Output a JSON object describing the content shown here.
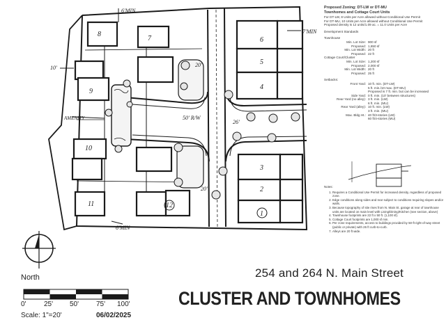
{
  "header": {
    "zoning_title": "Proposed Zoning:  DT-LW or DT-MU",
    "units_title": "Townhomes and Cottage Court Units",
    "zoning_lines": [
      "For DT-LW, 8 Units per Acre allowed without Conditional Use Permit",
      "For DT-MU, 10 Units per Acre allowed without Conditional Use Permit",
      "Proposed density is 12 units/1.09 ac. = 11.0 Units per Acre"
    ]
  },
  "standards": {
    "title": "Development Standards",
    "townhouse_label": "Townhouse",
    "townhouse_rows": [
      {
        "key": "Min. Lot Size:",
        "value": "900 sf"
      },
      {
        "key": "Proposed:",
        "value": "1,650 sf"
      },
      {
        "key": "Min. Lot Width:",
        "value": "20 ft"
      },
      {
        "key": "Proposed:",
        "value": "22 ft"
      }
    ],
    "cottage_label": "Cottage Court/Cluster",
    "cottage_rows": [
      {
        "key": "Min. Lot Size:",
        "value": "1,200 sf"
      },
      {
        "key": "Proposed:",
        "value": "2,000 sf"
      },
      {
        "key": "Min. Lot Width:",
        "value": "20 ft"
      },
      {
        "key": "Proposed:",
        "value": "25 ft"
      }
    ]
  },
  "setbacks": {
    "title": "Setbacks:",
    "rows": [
      {
        "key": "Front Yard:",
        "value": "10 ft. min. (DT-LW)"
      },
      {
        "key": "",
        "value": "5 ft. min./10 max. (DT-MU)"
      },
      {
        "key": "",
        "value": "Proposed is 7 ft. min. but can be increased"
      },
      {
        "key": "Side Yard:",
        "value": "0 ft. min. (10' between structures)"
      },
      {
        "key": "Rear Yard (no alley):",
        "value": "3 ft. min. (LW)"
      },
      {
        "key": "",
        "value": "6 ft. min. (MU)"
      },
      {
        "key": "Rear Yard (alley):",
        "value": "10 ft. min. (LW)"
      },
      {
        "key": "",
        "value": "3 ft. min. (MU)"
      },
      {
        "key": "Max. Bldg Ht.:",
        "value": "40 ft/3-stories (LW)"
      },
      {
        "key": "",
        "value": "60 ft/4-stories (MU)"
      }
    ]
  },
  "notes": {
    "title": "Notes:",
    "items": [
      "Requires a Conditional Use Permit for increased density, regardless of proposed zone.",
      "Edge conditions along sides and rear subject to conditions requiring slopes and/or walls.",
      "Because topography of site rises from N. Main St. garage at rear of townhouse units are located on main level with Living/Dining/Kitchen (see section, above)",
      "Townhouse footprints are 22 ft x 50 ft. (1,100 sf).",
      "Cottage Court footprints are 1,000 sf min.",
      "Per zone requirements, access to buildings provided by 50-ft right-of-way street (public or private) with 26 ft curb-to-curb.",
      "Alleys are 20 ft wide."
    ]
  },
  "plan": {
    "unit_numbers": [
      "1",
      "2",
      "3",
      "4",
      "5",
      "6",
      "7",
      "8",
      "9",
      "10",
      "11",
      "12"
    ],
    "dimension_labels": [
      "6'MIN",
      "7'MIN",
      "10'",
      "20'",
      "50' R/W",
      "26'",
      "20'",
      "6'MIN"
    ],
    "amenity_label": "AMENITY"
  },
  "footer": {
    "address": "254 and 264 N. Main Street",
    "title": "CLUSTER AND TOWNHOMES",
    "north_label": "North",
    "scale_ticks": [
      "0'",
      "25'",
      "50'",
      "75'",
      "100'"
    ],
    "scale_text": "Scale:  1\"=20'",
    "date": "06/02/2025"
  },
  "colors": {
    "ink": "#1a1a1a",
    "paper": "#ffffff",
    "tree_fill": "#e6e6e6"
  }
}
